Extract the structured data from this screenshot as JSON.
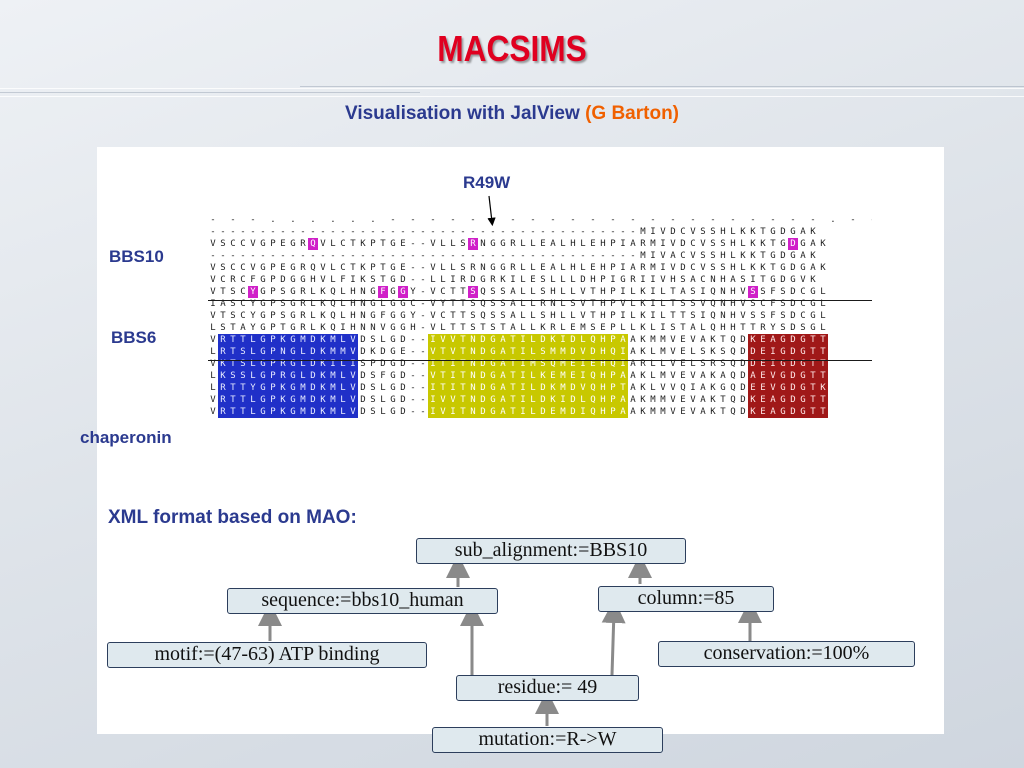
{
  "slide": {
    "title": "MACSIMS",
    "subtitle_main": "Visualisation with JalView",
    "subtitle_credit": "(G Barton)",
    "colors": {
      "title": "#e00020",
      "heading": "#2b3a8f",
      "credit": "#f06000"
    }
  },
  "alignment": {
    "mutation_label": "R49W",
    "group_labels": {
      "bbs10": "BBS10",
      "bbs6": "BBS6",
      "chaperonin": "chaperonin"
    },
    "rows": [
      "- - - . . . . . . - - - - - - - - - - - - - - - - - - - - - - . - - - - - - - - - - - - - - - - - - - - - - - - - - - - - . . .",
      "-------------------------------------------MIVDCVSSHLKKTGDGAK",
      "VSCCVGPEGRQVLCTKPTGE--VLLSRNGGRLLEALHLEHPIARMIVDCVSSHLKKTGDGAK",
      "-------------------------------------------MIVACVSSHLKKTGDGAK",
      "VSCCVGPEGRQVLCTKPTGE--VLLSRNGGRLLEALHLEHPIARMIVDCVSSHLKKTGDGAK",
      "VCRCFGPDGGHVLFIKSTGD--LLIRDGRKILESLLLDHPIGRIIVHSACNHASITGDGVK",
      "VTSCYGPSGRLKQLHNGFGGY-VCTTSQSSALLSHLLVTHPILKILTASIQNHVSSFSDCGL",
      "IASCYGPSGRLKQLHNGLGGC-VYTTSQSSALLRNLSVTHPVLKILTSSVQNHVSCFSDCGL",
      "VTSCYGPSGRLKQLHNGFGGY-VCTTSQSSALLSHLLVTHPILKILTTSIQNHVSSFSDCGL",
      "LSTAYGPTGRLKQIHNNVGGH-VLTTSTSTALLKRLEMSEPLLKLISTALQHHTTRYSDSGL",
      "VRTTLGPKGMDKMLVDSLGD--IVVTNDGATILDKIDLQHPAAKMMVEVAKTQDKEAGDGTT",
      "LRTSLGPNGLDKMMVDKDGE--VTVTNDGATILSMMDVDHQIAKLMVELSKSQDDEIGDGTT",
      "VKTSLGPRGLDKILISPDGD--ITITNDGATIMSQMEIEHQIARLLVELSRSQDDEIGDGTT",
      "LKSSLGPRGLDKMLVDSFGD--VTITNDGATILKEMEIQHPAAKLMVEVAKAQDAEVGDGTT",
      "LRTTYGPKGMDKMLVDSLGD--ITITNDGATILDKMDVQHPTAKLVVQIAKGQDEEVGDGTK",
      "VRTTLGPKGMDKMLVDSLGD--IVVTNDGATILDKIDLQHPAAKMMVEVAKTQDKEAGDGTT",
      "VRTTLGPKGMDKMLVDSLGD--IVITNDGATILDEMDIQHPAAKMMVEVAKTQDKEAGDGTT"
    ]
  },
  "xml": {
    "heading": "XML format based on MAO:",
    "nodes": {
      "sub_alignment": "sub_alignment:=BBS10",
      "sequence": "sequence:=bbs10_human",
      "column": "column:=85",
      "motif": "motif:=(47-63) ATP binding",
      "conservation": "conservation:=100%",
      "residue": "residue:= 49",
      "mutation": "mutation:=R->W"
    }
  }
}
